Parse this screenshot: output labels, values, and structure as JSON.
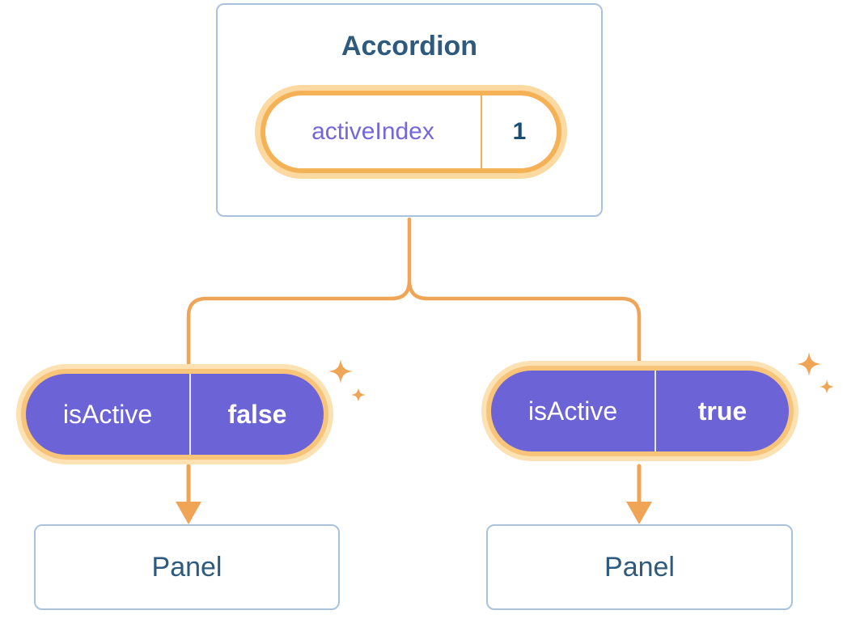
{
  "diagram": {
    "accordion": {
      "title": "Accordion",
      "state": {
        "label": "activeIndex",
        "value": "1"
      }
    },
    "children": [
      {
        "prop": {
          "label": "isActive",
          "value": "false"
        },
        "panel_label": "Panel"
      },
      {
        "prop": {
          "label": "isActive",
          "value": "true"
        },
        "panel_label": "Panel"
      }
    ]
  },
  "icons": {
    "sparkle": "four-point-star",
    "arrow": "down-arrow"
  },
  "colors": {
    "accent_orange": "#f0a556",
    "pill_border_orange": "#f5b156",
    "glow_orange": "#fbd9a1",
    "pill_purple": "#6b63d6",
    "label_purple": "#7467dc",
    "value_navy": "#1b4e74",
    "box_border_blue": "#a9c3dd",
    "text_blue": "#2e5a7d",
    "background": "#ffffff"
  }
}
